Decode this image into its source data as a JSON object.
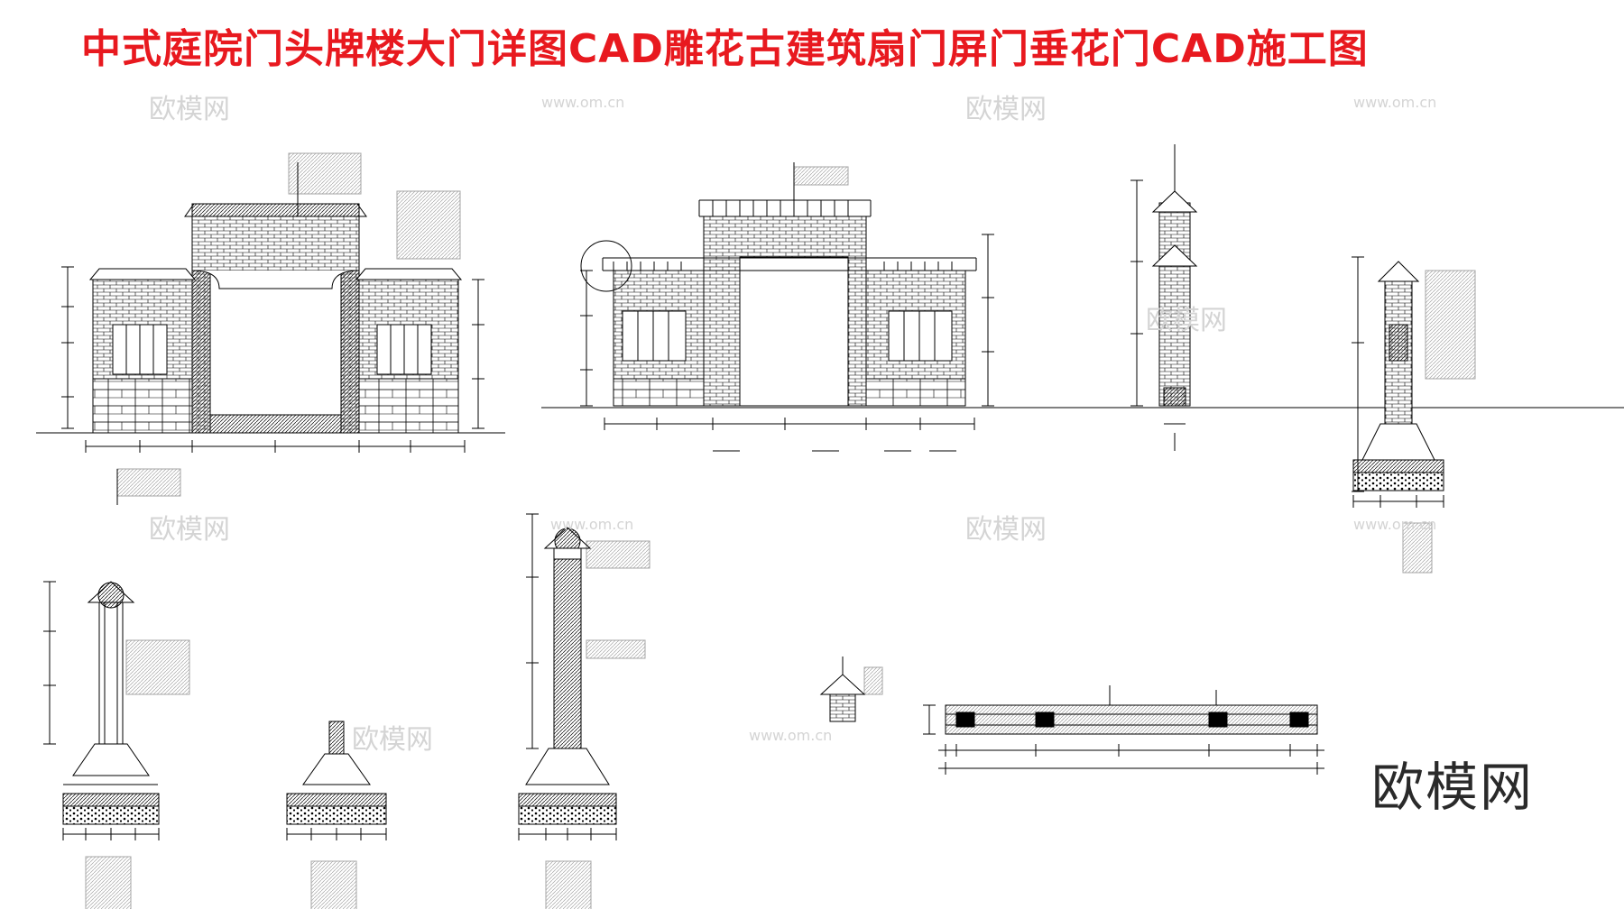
{
  "title": "中式庭院门头牌楼大门详图CAD雕花古建筑扇门屏门垂花门CAD施工图",
  "brand": "欧模网",
  "watermark": {
    "logo": "欧模网",
    "url": "www.om.cn"
  },
  "colors": {
    "title": "#e8191f",
    "line": "#000000",
    "watermark": "#d4d4d4"
  },
  "drawings": [
    {
      "id": "front-elevation-a"
    },
    {
      "id": "front-elevation-b"
    },
    {
      "id": "side-section-5"
    },
    {
      "id": "wall-section-right"
    },
    {
      "id": "pillar-section-left"
    },
    {
      "id": "footing-section-small"
    },
    {
      "id": "pillar-section-tall"
    },
    {
      "id": "cap-detail"
    },
    {
      "id": "plan-strip"
    }
  ]
}
